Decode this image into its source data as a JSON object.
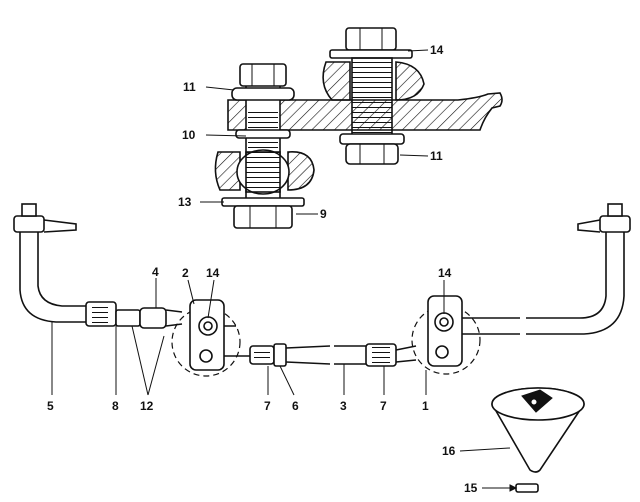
{
  "callouts": {
    "c1": "1",
    "c2": "2",
    "c3": "3",
    "c4": "4",
    "c5": "5",
    "c6": "6",
    "c7a": "7",
    "c7b": "7",
    "c8": "8",
    "c9": "9",
    "c10": "10",
    "c11a": "11",
    "c11b": "11",
    "c12": "12",
    "c13": "13",
    "c14a": "14",
    "c14b": "14",
    "c14c": "14",
    "c15": "15",
    "c16": "16"
  }
}
